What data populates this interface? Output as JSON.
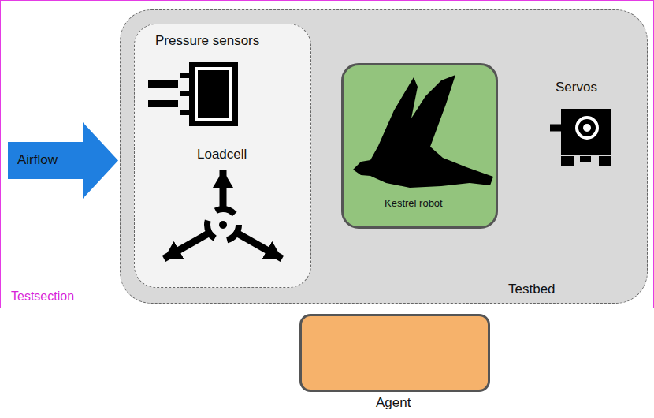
{
  "diagram": {
    "nodes": [
      {
        "text": [
          "Testsection"
        ]
      },
      {
        "text": [
          "Airflow"
        ],
        "in": 0
      },
      {
        "text": [
          "Testbed"
        ],
        "in": 0
      },
      {
        "text": [
          "Pressure sensors",
          "Loadcell"
        ],
        "in": 2
      },
      {
        "text": [
          "Kestrel robot"
        ],
        "in": 2
      },
      {
        "text": [
          "Servos"
        ],
        "in": 2
      },
      {
        "text": [
          "Agent"
        ]
      }
    ],
    "edges": [
      {
        "from": 5,
        "to": 4,
        "arrow": "to"
      },
      {
        "from": 4,
        "to": 3,
        "arrow": "to"
      },
      {
        "from": 3,
        "to": 6,
        "arrow": "to"
      },
      {
        "from": 6,
        "to": 5,
        "arrow": "to"
      }
    ]
  }
}
